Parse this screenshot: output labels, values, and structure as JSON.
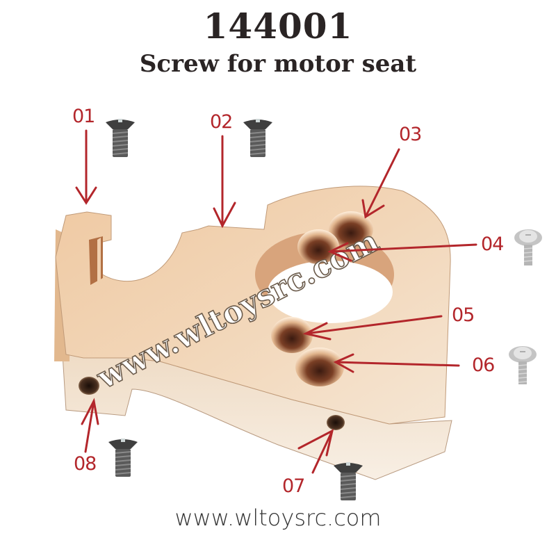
{
  "header": {
    "part_number": "144001",
    "subtitle": "Screw for motor seat"
  },
  "callouts": [
    {
      "id": "01",
      "label": "01",
      "target": "slot-end screw hole",
      "screw_type": "countersunk-black"
    },
    {
      "id": "02",
      "label": "02",
      "target": "upper edge screw hole",
      "screw_type": "countersunk-black"
    },
    {
      "id": "03",
      "label": "03",
      "target": "top countersunk hole",
      "screw_type": "countersunk-black"
    },
    {
      "id": "04",
      "label": "04",
      "target": "second countersunk hole",
      "screw_type": "washer-head-silver"
    },
    {
      "id": "05",
      "label": "05",
      "target": "third countersunk hole",
      "screw_type": "countersunk-black"
    },
    {
      "id": "06",
      "label": "06",
      "target": "bottom countersunk hole",
      "screw_type": "washer-head-silver"
    },
    {
      "id": "07",
      "label": "07",
      "target": "front side threaded hole",
      "screw_type": "countersunk-black"
    },
    {
      "id": "08",
      "label": "08",
      "target": "left side threaded hole",
      "screw_type": "countersunk-black"
    }
  ],
  "watermark": "www.wltoysrc.com",
  "footer": {
    "website": "www.wltoysrc.com"
  },
  "colors": {
    "callout_red": "#b3262b",
    "title_dark": "#2a2424",
    "part_bronze": "#e8c39e",
    "part_shadow": "#c89570",
    "screw_black": "#4a4a4a",
    "screw_silver": "#b8b8b8"
  }
}
